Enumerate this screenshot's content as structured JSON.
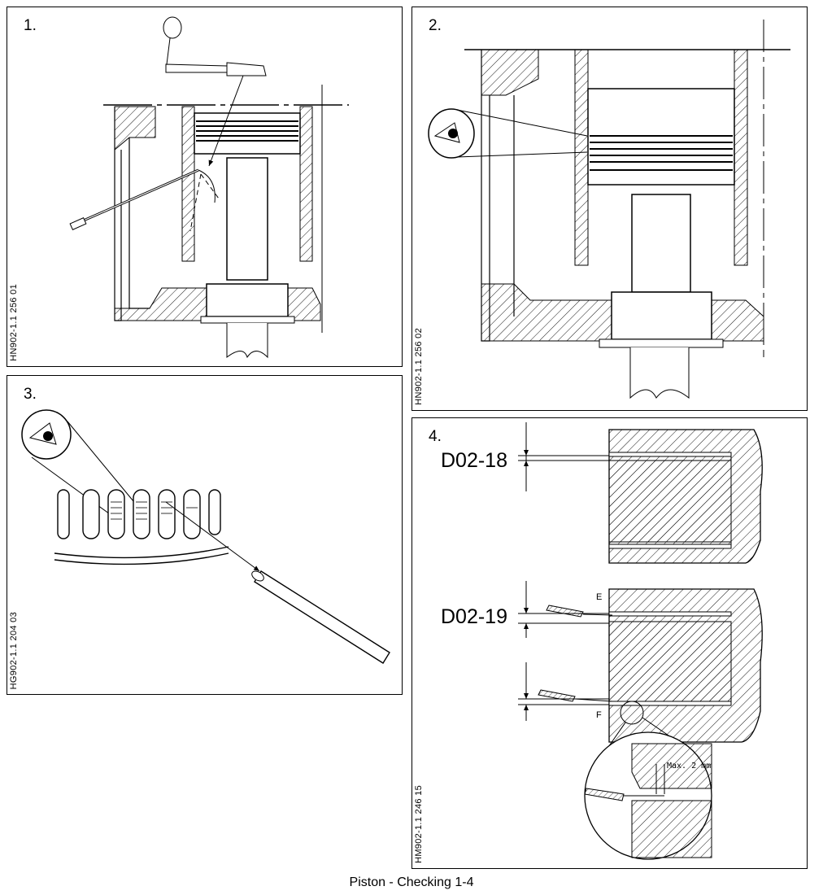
{
  "panels": [
    {
      "number": "1.",
      "code": "HN902-1.1 256 01"
    },
    {
      "number": "2.",
      "code": "HN902-1.1 256 02"
    },
    {
      "number": "3.",
      "code": "HG902-1.1 204 03"
    },
    {
      "number": "4.",
      "code": "HM902-1.1 246 15"
    }
  ],
  "labels": {
    "d0218": "D02-18",
    "d0219": "D02-19",
    "e": "E",
    "f": "F",
    "max": "Max. 2 mm"
  },
  "caption": "Piston - Checking 1-4"
}
